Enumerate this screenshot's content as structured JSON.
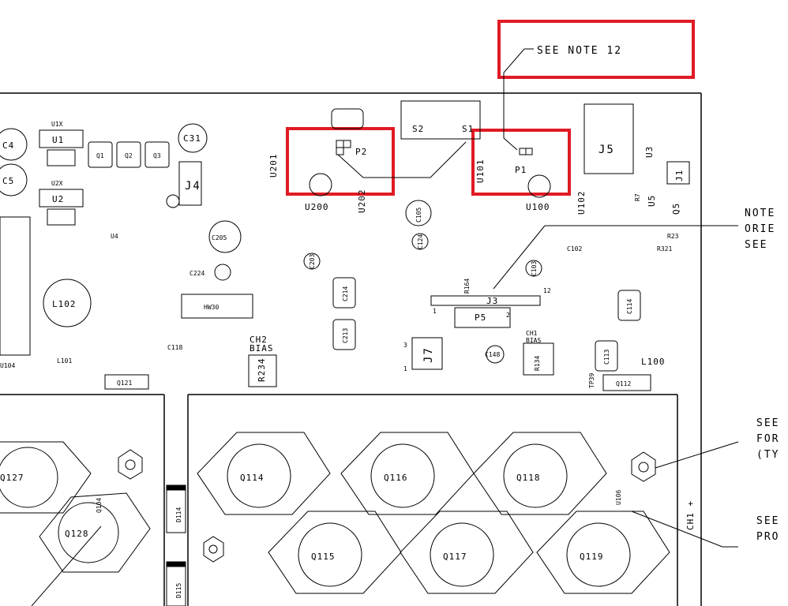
{
  "callout_top": "SEE NOTE 12",
  "notes": {
    "n1a": "NOTE",
    "n1b": "ORIE",
    "n1c": "SEE",
    "n2a": "SEE",
    "n2b": "FOR",
    "n2c": "(TY",
    "n3a": "SEE",
    "n3b": "PRO"
  },
  "labels": {
    "C4": "C4",
    "C5": "C5",
    "U1": "U1",
    "U2": "U2",
    "U1X": "U1X",
    "U2X": "U2X",
    "Q1": "Q1",
    "Q2": "Q2",
    "Q3": "Q3",
    "C31": "C31",
    "J4": "J4",
    "U201": "U201",
    "U202": "U202",
    "U200": "U200",
    "P2": "P2",
    "P1": "P1",
    "S2": "S2",
    "S1": "S1",
    "U101": "U101",
    "U100": "U100",
    "U102": "U102",
    "J5": "J5",
    "J1": "J1",
    "U3": "U3",
    "U5": "U5",
    "Q5": "Q5",
    "C105": "C105",
    "C124": "C124",
    "C205": "C205",
    "C203": "C203",
    "C224": "C224",
    "U4": "U4",
    "L102": "L102",
    "L101": "L101",
    "HW30": "HW30",
    "C214": "C214",
    "C213": "C213",
    "CH2": "CH2",
    "BIAS": "BIAS",
    "R234": "R234",
    "J3": "J3",
    "P5": "P5",
    "J7": "J7",
    "C148": "C148",
    "CH1": "CH1",
    "BIAS1": "BIAS",
    "R134": "R134",
    "TP39": "TP39",
    "C114": "C114",
    "C113": "C113",
    "L100": "L100",
    "Q112": "Q112",
    "Q121": "Q121",
    "C103": "C103",
    "Q127": "Q127",
    "Q128": "Q128",
    "Q104": "Q104",
    "D114": "D114",
    "D115": "D115",
    "Q114": "Q114",
    "Q115": "Q115",
    "Q116": "Q116",
    "Q117": "Q117",
    "Q118": "Q118",
    "Q119": "Q119",
    "U106": "U106",
    "CH1plus": "CH1 +",
    "U104": "U104",
    "R23": "R23",
    "R321": "R321",
    "R7": "R7",
    "C102": "C102",
    "R164": "R164",
    "C118": "C118",
    "n12": "12",
    "n1": "1",
    "n2": "2",
    "n3": "3",
    "n1b": "1",
    "n1c": "1"
  },
  "colors": {
    "highlight": "#e01b24",
    "line": "#000000",
    "background": "#ffffff"
  }
}
